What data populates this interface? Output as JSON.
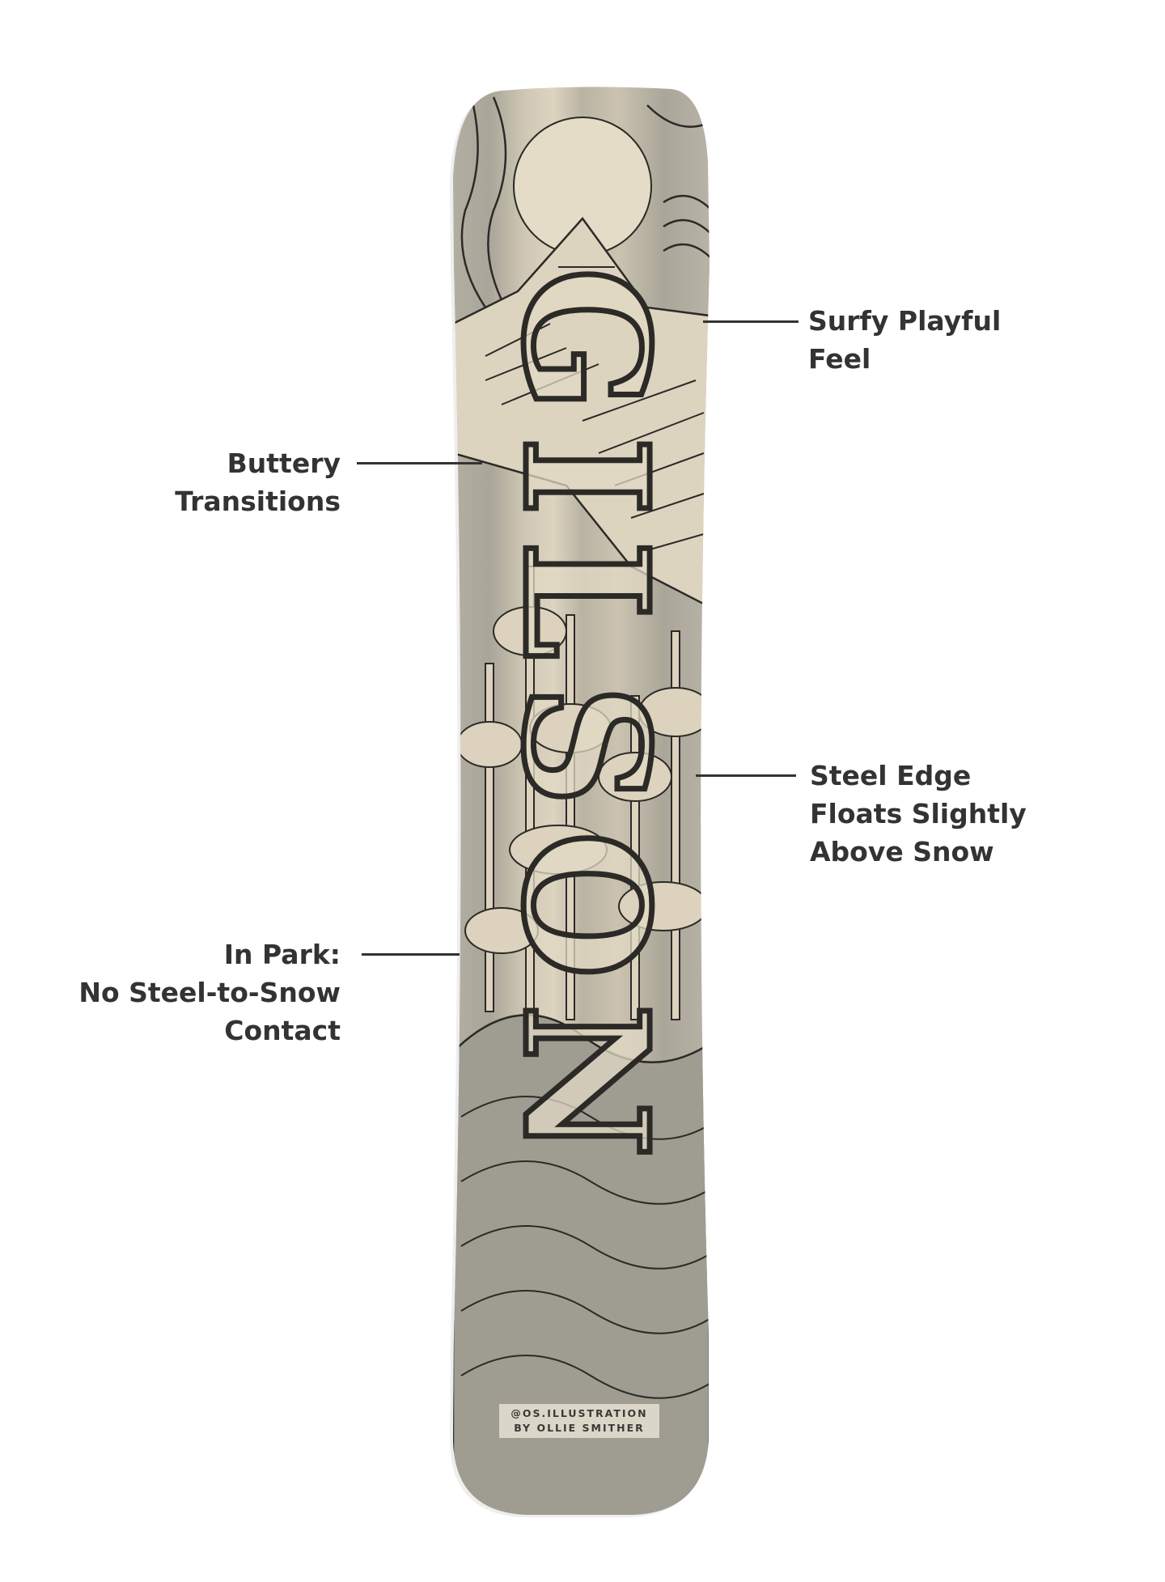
{
  "product": {
    "board_graphic_text": "GILSON",
    "artist_credit": [
      "@OS.ILLUSTRATION",
      "BY OLLIE SMITHER"
    ]
  },
  "callouts": [
    {
      "id": "surfy",
      "lines": [
        "Surfy Playful",
        "Feel"
      ]
    },
    {
      "id": "buttery",
      "lines": [
        "Buttery",
        "Transitions"
      ]
    },
    {
      "id": "steel-edge",
      "lines": [
        "Steel Edge",
        "Floats Slightly",
        "Above Snow"
      ]
    },
    {
      "id": "in-park",
      "lines": [
        "In Park:",
        "No Steel-to-Snow",
        "Contact"
      ]
    }
  ],
  "colors": {
    "text": "#333333",
    "wood_light": "#d9d0bd",
    "wood_gray": "#a8a496",
    "linework": "#2b2a27"
  }
}
